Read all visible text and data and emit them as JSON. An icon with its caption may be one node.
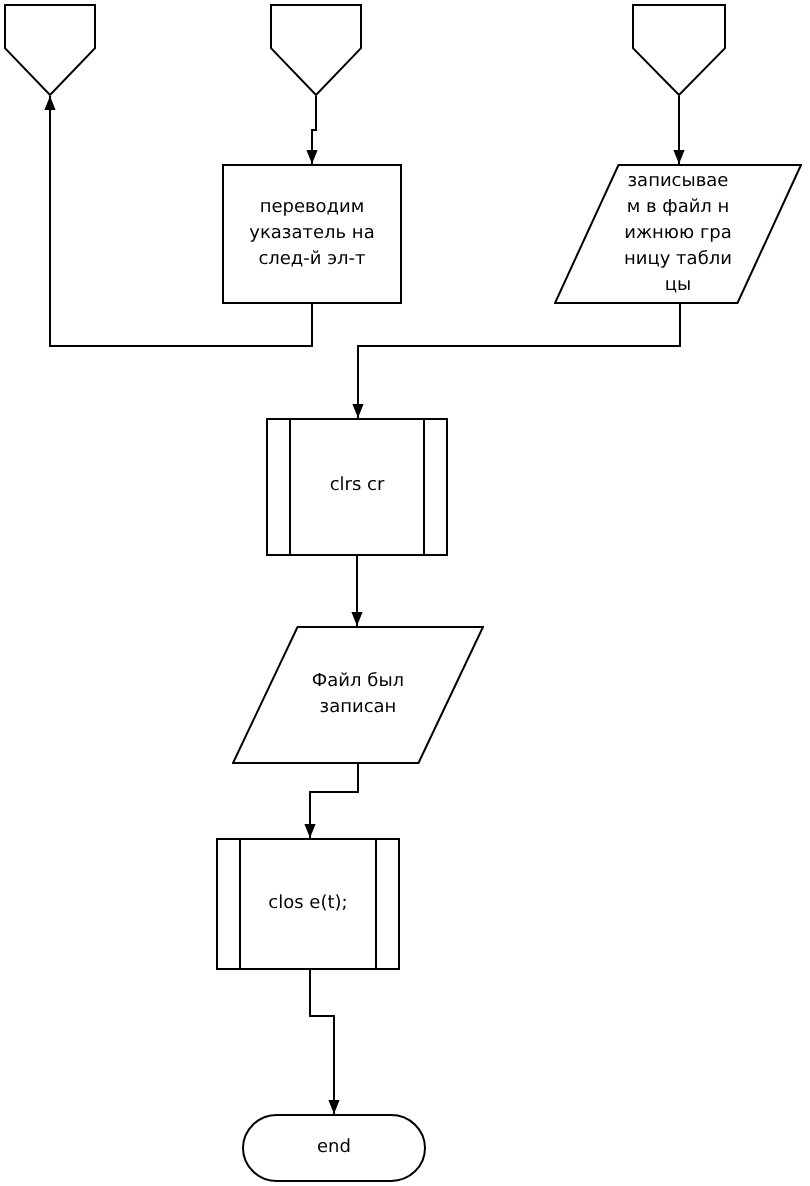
{
  "diagram": {
    "nodes": [
      {
        "text": [],
        "shape": "connector"
      },
      {
        "text": [],
        "shape": "connector"
      },
      {
        "text": [],
        "shape": "connector"
      },
      {
        "text": [
          "переводим указатель на след-й эл-т"
        ]
      },
      {
        "text": [
          "записывае м в файл н ижнюю гра ницу табли цы"
        ]
      },
      {
        "text": [
          "clrs cr"
        ]
      },
      {
        "text": [
          "Файл был записан"
        ]
      },
      {
        "text": [
          "clos e(t);"
        ]
      },
      {
        "text": [
          "end"
        ]
      }
    ],
    "edges": [
      {
        "from": 1,
        "to": 3,
        "arrow": "to"
      },
      {
        "from": 2,
        "to": 4,
        "arrow": "to"
      },
      {
        "from": 3,
        "to": 0,
        "arrow": "to"
      },
      {
        "from": 4,
        "to": 5,
        "arrow": "to"
      },
      {
        "from": 5,
        "to": 6,
        "arrow": "to"
      },
      {
        "from": 6,
        "to": 7,
        "arrow": "to"
      },
      {
        "from": 7,
        "to": 8,
        "arrow": "to"
      }
    ]
  }
}
